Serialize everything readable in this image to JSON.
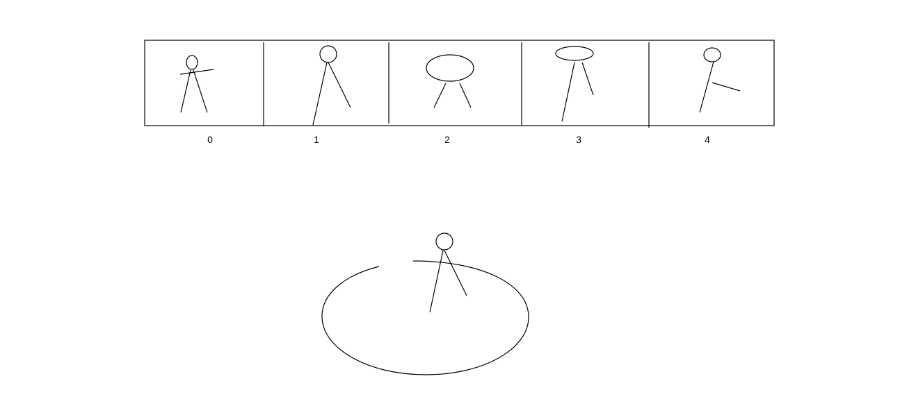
{
  "frames": [
    {
      "label": "0"
    },
    {
      "label": "1"
    },
    {
      "label": "2"
    },
    {
      "label": "3"
    },
    {
      "label": "4"
    }
  ],
  "colors": {
    "background": "#ffffff",
    "ink": "#000000"
  }
}
